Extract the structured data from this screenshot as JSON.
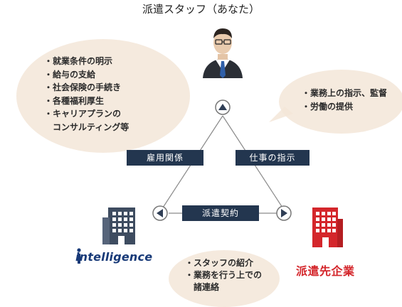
{
  "title": "派遣スタッフ（あなた）",
  "bubbles": {
    "left": [
      "・就業条件の明示",
      "・給与の支給",
      "・社会保険の手続き",
      "・各種福利厚生",
      "・キャリアプランの",
      "　コンサルティング等"
    ],
    "right": [
      "・業務上の指示、監督",
      "・労働の提供"
    ],
    "bottom": [
      "・スタッフの紹介",
      "・業務を行う上での",
      "　諸連絡"
    ]
  },
  "labels": {
    "employment": "雇用関係",
    "instruction": "仕事の指示",
    "contract": "派遣契約"
  },
  "agency_logo": "intelligence",
  "client": "派遣先企業",
  "colors": {
    "navy": "#23364f",
    "brand_blue": "#183a78",
    "client_red": "#d4262b",
    "bubble": "#f4e8dc"
  },
  "icons": [
    "staff-person-icon",
    "arrow-up-icon",
    "arrow-left-icon",
    "arrow-right-icon",
    "agency-building-icon",
    "client-building-icon"
  ]
}
